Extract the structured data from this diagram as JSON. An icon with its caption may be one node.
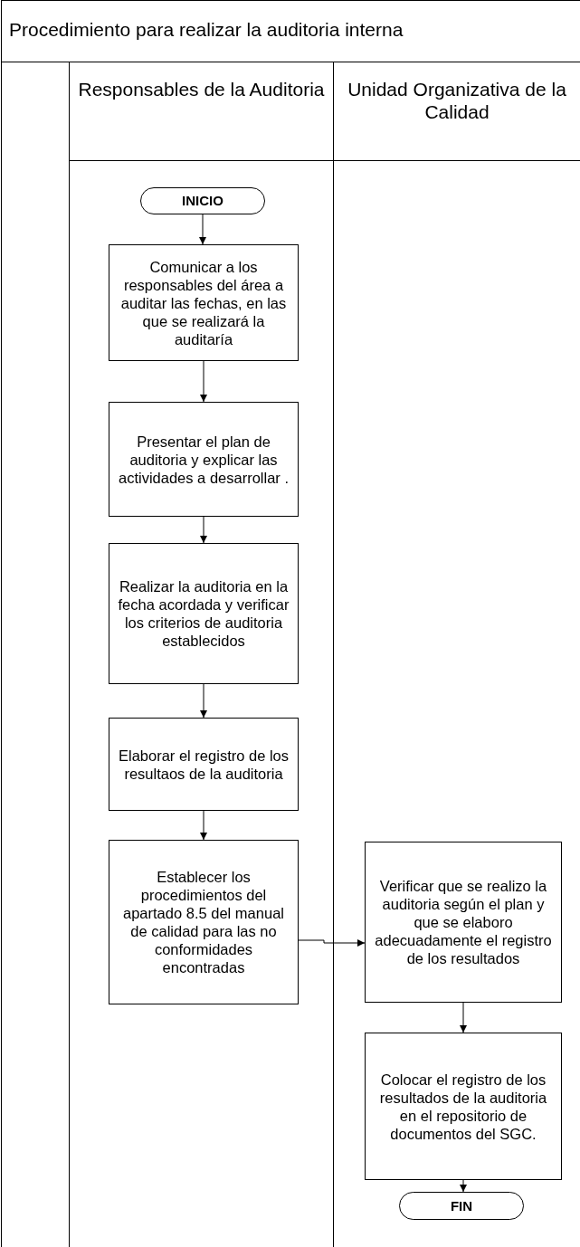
{
  "diagram": {
    "title": "Procedimiento para realizar la auditoria interna",
    "nodes": [
      {
        "text": [
          "Responsables de la Auditoria"
        ]
      },
      {
        "text": [
          "Unidad Organizativa de la Calidad"
        ]
      },
      {
        "text": [
          "INICIO"
        ],
        "in": 0
      },
      {
        "text": [
          "Comunicar a los responsables del área a auditar las fechas, en las que se realizará la auditaría"
        ],
        "in": 0
      },
      {
        "text": [
          "Presentar el plan de auditoria y explicar las actividades a desarrollar ."
        ],
        "in": 0
      },
      {
        "text": [
          "Realizar la auditoria en la fecha acordada y verificar los criterios de auditoria establecidos"
        ],
        "in": 0
      },
      {
        "text": [
          "Elaborar el registro de los resultaos de la auditoria"
        ],
        "in": 0
      },
      {
        "text": [
          "Establecer los procedimientos del apartado 8.5 del manual de calidad para las no conformidades encontradas"
        ],
        "in": 0
      },
      {
        "text": [
          "Verificar que se realizo la auditoria según el plan y que se elaboro adecuadamente el registro de los resultados"
        ],
        "in": 1
      },
      {
        "text": [
          "Colocar el registro de los resultados de la auditoria en el repositorio de documentos del SGC."
        ],
        "in": 1
      },
      {
        "text": [
          "FIN"
        ],
        "in": 1
      }
    ],
    "edges": [
      {
        "from": 2,
        "to": 3,
        "arrow": "to"
      },
      {
        "from": 3,
        "to": 4,
        "arrow": "to"
      },
      {
        "from": 4,
        "to": 5,
        "arrow": "to"
      },
      {
        "from": 5,
        "to": 6,
        "arrow": "to"
      },
      {
        "from": 6,
        "to": 7,
        "arrow": "to"
      },
      {
        "from": 7,
        "to": 8,
        "arrow": "to"
      },
      {
        "from": 8,
        "to": 9,
        "arrow": "to"
      },
      {
        "from": 9,
        "to": 10,
        "arrow": "to"
      }
    ]
  }
}
